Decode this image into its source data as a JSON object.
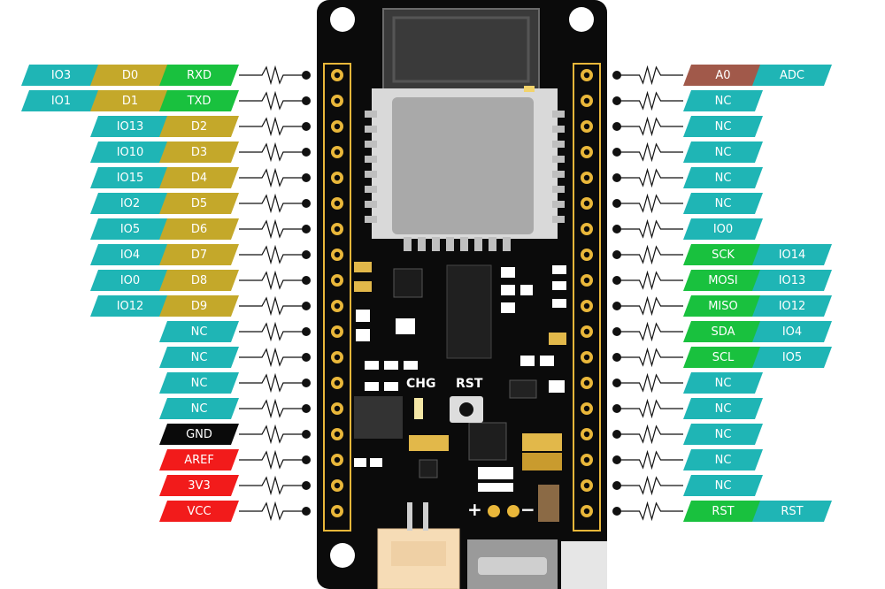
{
  "colors": {
    "teal": "#1fb5b5",
    "olive": "#c4a82a",
    "green": "#19c13e",
    "black": "#0a0a0a",
    "red": "#f21b1b",
    "brown": "#a1594a",
    "board": "#0b0b0b",
    "gold": "#e9b73a"
  },
  "left_pins": [
    {
      "labels": [
        "IO3",
        "D0",
        "RXD"
      ],
      "colors": [
        "teal",
        "olive",
        "green"
      ]
    },
    {
      "labels": [
        "IO1",
        "D1",
        "TXD"
      ],
      "colors": [
        "teal",
        "olive",
        "green"
      ]
    },
    {
      "labels": [
        "IO13",
        "D2"
      ],
      "colors": [
        "teal",
        "olive"
      ]
    },
    {
      "labels": [
        "IO10",
        "D3"
      ],
      "colors": [
        "teal",
        "olive"
      ]
    },
    {
      "labels": [
        "IO15",
        "D4"
      ],
      "colors": [
        "teal",
        "olive"
      ]
    },
    {
      "labels": [
        "IO2",
        "D5"
      ],
      "colors": [
        "teal",
        "olive"
      ]
    },
    {
      "labels": [
        "IO5",
        "D6"
      ],
      "colors": [
        "teal",
        "olive"
      ]
    },
    {
      "labels": [
        "IO4",
        "D7"
      ],
      "colors": [
        "teal",
        "olive"
      ]
    },
    {
      "labels": [
        "IO0",
        "D8"
      ],
      "colors": [
        "teal",
        "olive"
      ]
    },
    {
      "labels": [
        "IO12",
        "D9"
      ],
      "colors": [
        "teal",
        "olive"
      ]
    },
    {
      "labels": [
        "NC"
      ],
      "colors": [
        "teal"
      ]
    },
    {
      "labels": [
        "NC"
      ],
      "colors": [
        "teal"
      ]
    },
    {
      "labels": [
        "NC"
      ],
      "colors": [
        "teal"
      ]
    },
    {
      "labels": [
        "NC"
      ],
      "colors": [
        "teal"
      ]
    },
    {
      "labels": [
        "GND"
      ],
      "colors": [
        "black"
      ]
    },
    {
      "labels": [
        "AREF"
      ],
      "colors": [
        "red"
      ]
    },
    {
      "labels": [
        "3V3"
      ],
      "colors": [
        "red"
      ]
    },
    {
      "labels": [
        "VCC"
      ],
      "colors": [
        "red"
      ]
    }
  ],
  "right_pins": [
    {
      "labels": [
        "A0",
        "ADC"
      ],
      "colors": [
        "brown",
        "teal"
      ]
    },
    {
      "labels": [
        "NC"
      ],
      "colors": [
        "teal"
      ]
    },
    {
      "labels": [
        "NC"
      ],
      "colors": [
        "teal"
      ]
    },
    {
      "labels": [
        "NC"
      ],
      "colors": [
        "teal"
      ]
    },
    {
      "labels": [
        "NC"
      ],
      "colors": [
        "teal"
      ]
    },
    {
      "labels": [
        "NC"
      ],
      "colors": [
        "teal"
      ]
    },
    {
      "labels": [
        "IO0"
      ],
      "colors": [
        "teal"
      ]
    },
    {
      "labels": [
        "SCK",
        "IO14"
      ],
      "colors": [
        "green",
        "teal"
      ]
    },
    {
      "labels": [
        "MOSI",
        "IO13"
      ],
      "colors": [
        "green",
        "teal"
      ]
    },
    {
      "labels": [
        "MISO",
        "IO12"
      ],
      "colors": [
        "green",
        "teal"
      ]
    },
    {
      "labels": [
        "SDA",
        "IO4"
      ],
      "colors": [
        "green",
        "teal"
      ]
    },
    {
      "labels": [
        "SCL",
        "IO5"
      ],
      "colors": [
        "green",
        "teal"
      ]
    },
    {
      "labels": [
        "NC"
      ],
      "colors": [
        "teal"
      ]
    },
    {
      "labels": [
        "NC"
      ],
      "colors": [
        "teal"
      ]
    },
    {
      "labels": [
        "NC"
      ],
      "colors": [
        "teal"
      ]
    },
    {
      "labels": [
        "NC"
      ],
      "colors": [
        "teal"
      ]
    },
    {
      "labels": [
        "NC"
      ],
      "colors": [
        "teal"
      ]
    },
    {
      "labels": [
        "RST",
        "RST"
      ],
      "colors": [
        "green",
        "teal"
      ]
    }
  ],
  "board": {
    "chg_label": "CHG",
    "rst_label": "RST",
    "plus_sign": "+",
    "minus_sign": "−"
  }
}
